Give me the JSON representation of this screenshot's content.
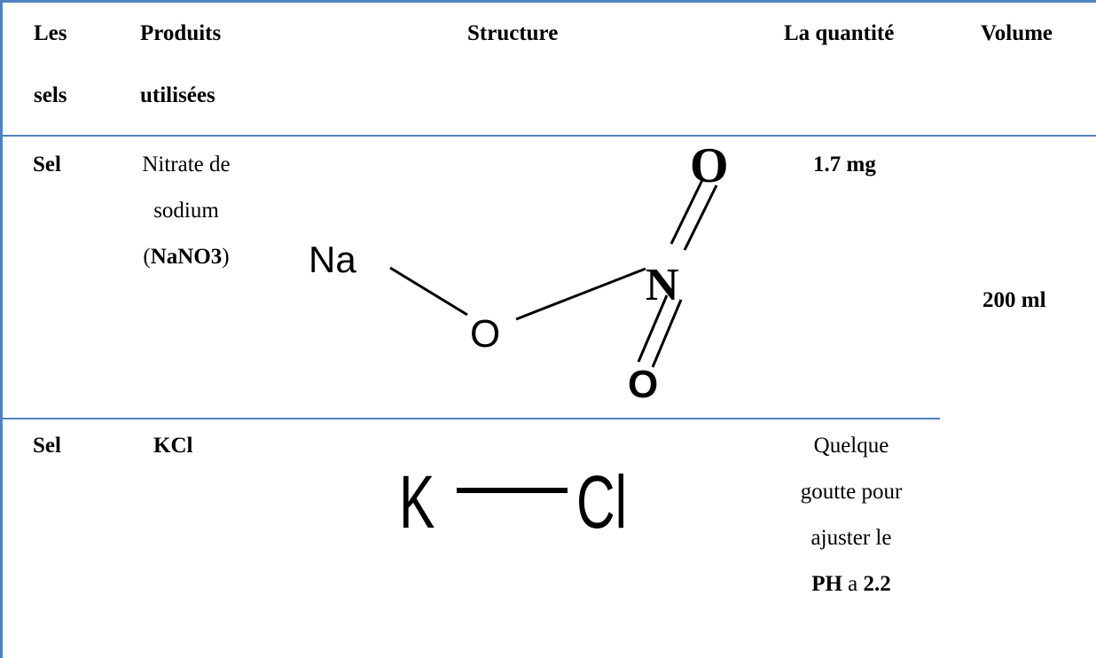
{
  "table": {
    "headers": {
      "sels": [
        "Les",
        "sels"
      ],
      "produits": [
        "Produits",
        "utilisées"
      ],
      "structure": "Structure",
      "quantite": "La quantité",
      "volume": "Volume"
    },
    "rows": [
      {
        "sel": "Sel",
        "produit_lines": [
          "Nitrate de",
          "sodium"
        ],
        "produit_formula": {
          "open": "(",
          "bold": "NaNO3",
          "close": ")"
        },
        "structure_atoms": {
          "na": "Na",
          "o_bridge": "O",
          "n": "N",
          "o_top": "O",
          "o_bottom": "O"
        },
        "quantite": "1.7 mg"
      },
      {
        "sel": "Sel",
        "produit": "KCl",
        "structure_atoms": {
          "k": "K",
          "cl": "Cl"
        },
        "quantite_lines": [
          "Quelque",
          "goutte pour",
          "ajuster le"
        ],
        "quantite_last": {
          "ph": "PH",
          "a": " a ",
          "value": "2.2"
        }
      }
    ],
    "volume_merged": "200 ml"
  },
  "colors": {
    "rule": "#4f81bd"
  }
}
